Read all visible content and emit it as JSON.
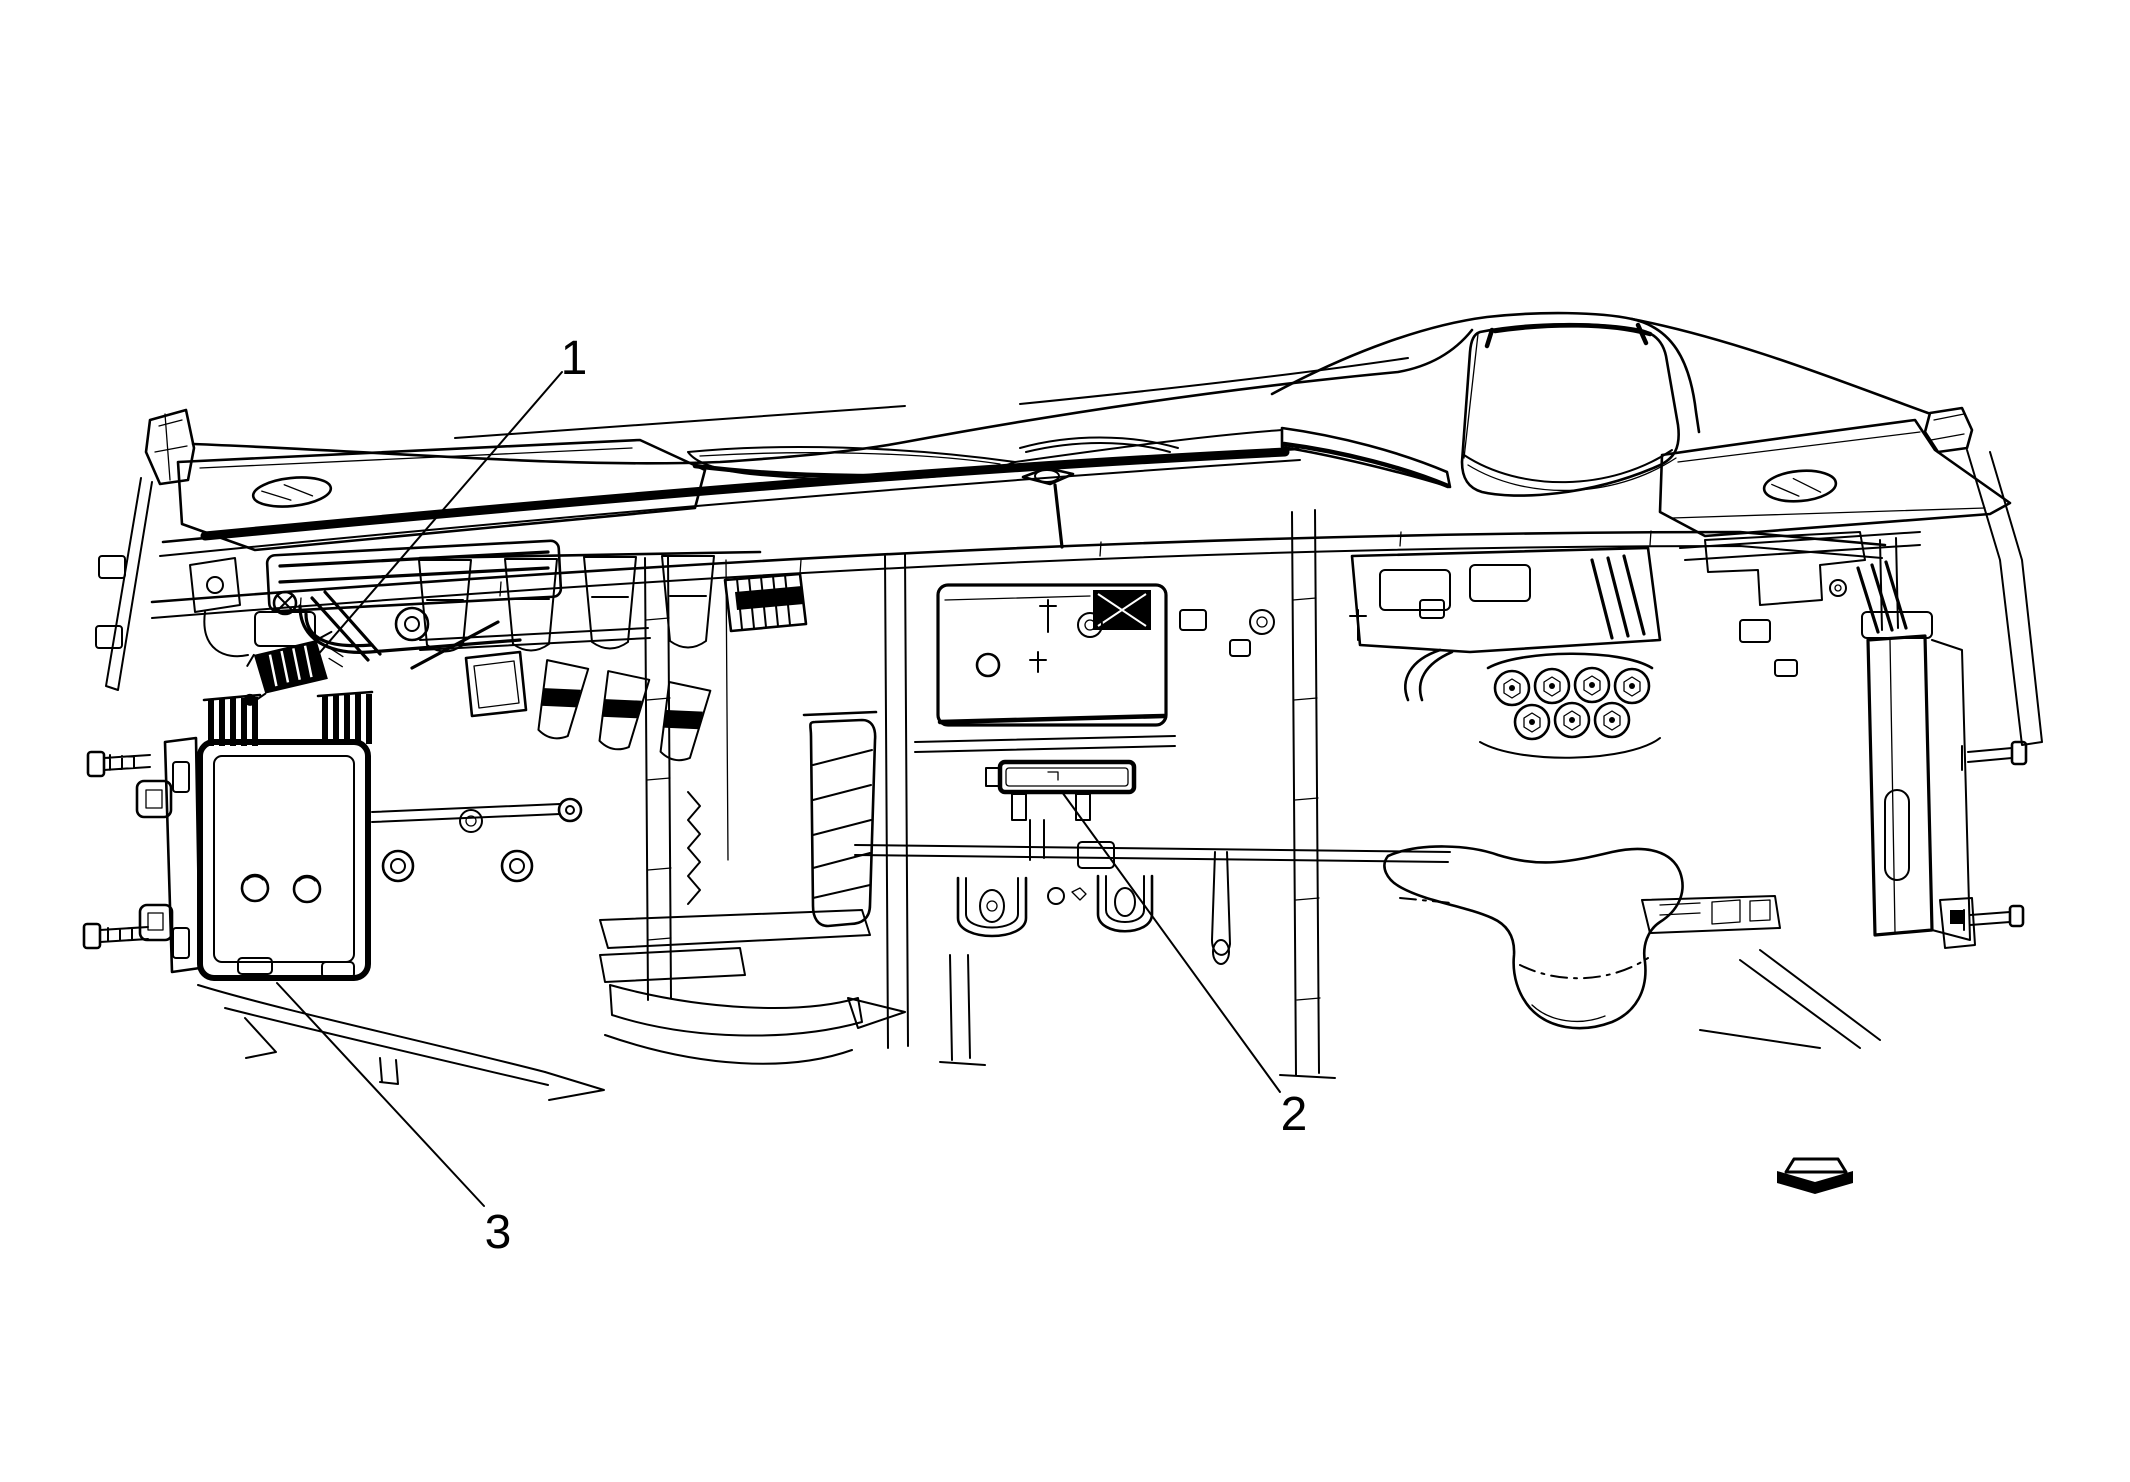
{
  "figure": {
    "background_color": "#ffffff",
    "line_color": "#000000"
  },
  "callouts": [
    {
      "label": "1"
    },
    {
      "label": "2"
    },
    {
      "label": "3"
    }
  ],
  "icons": [
    {
      "name": "front-of-vehicle-direction-icon"
    }
  ]
}
